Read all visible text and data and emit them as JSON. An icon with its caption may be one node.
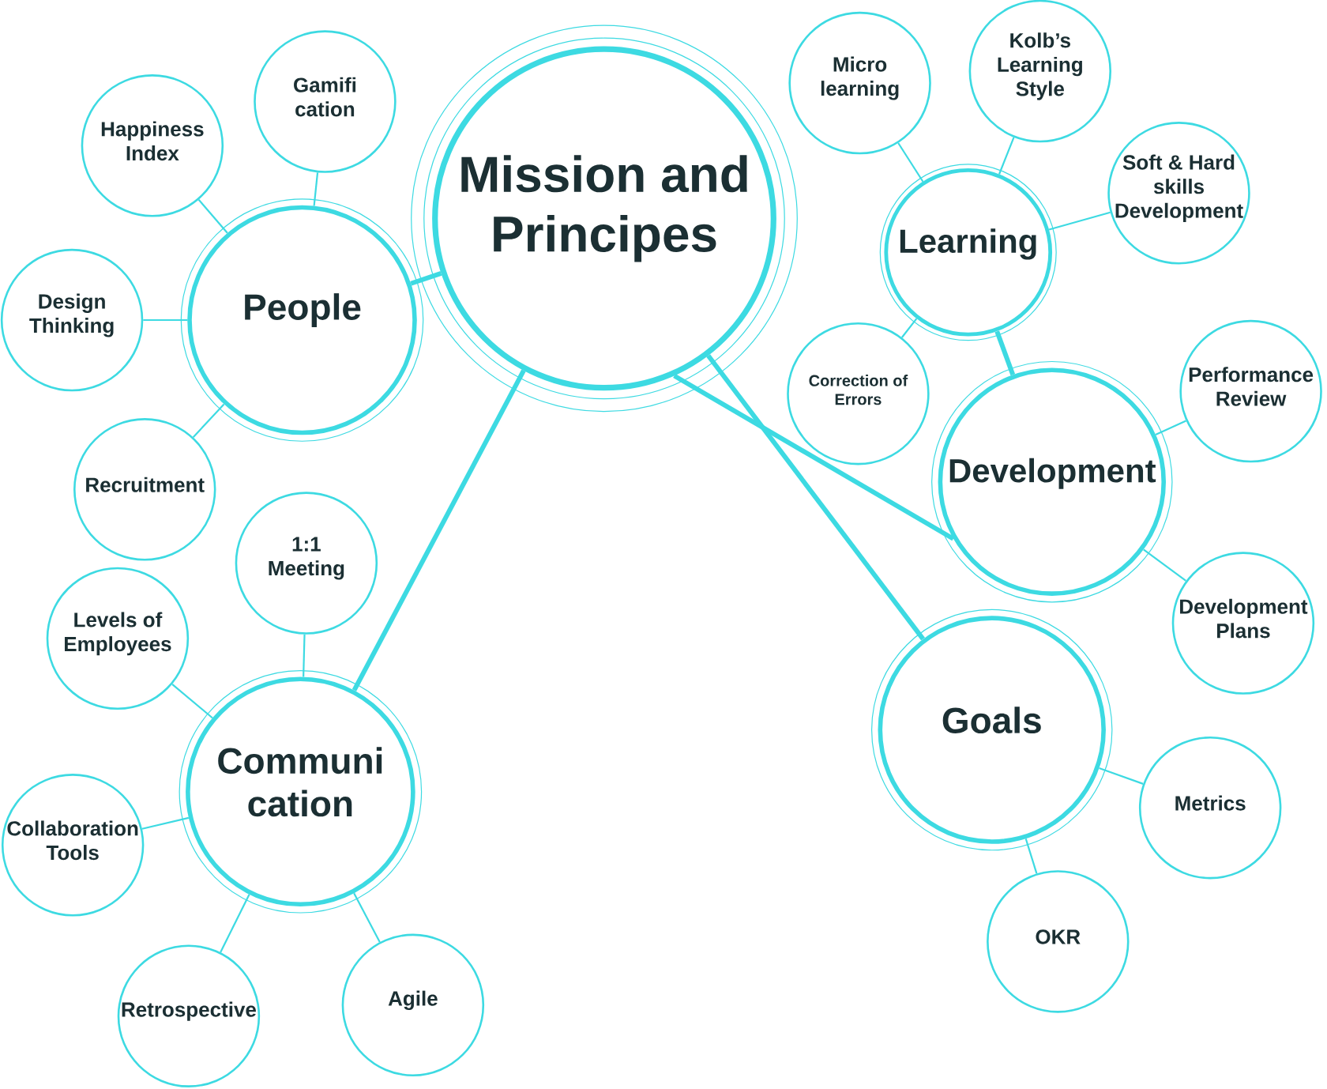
{
  "diagram": {
    "nodes": [
      {
        "text": [
          "Mission and Principes"
        ]
      },
      {
        "text": [
          "People"
        ]
      },
      {
        "text": [
          "Happiness Index"
        ]
      },
      {
        "text": [
          "Gamifi cation"
        ]
      },
      {
        "text": [
          "Design Thinking"
        ]
      },
      {
        "text": [
          "Recruitment"
        ]
      },
      {
        "text": [
          "Communi cation"
        ]
      },
      {
        "text": [
          "1:1 Meeting"
        ]
      },
      {
        "text": [
          "Levels of Employees"
        ]
      },
      {
        "text": [
          "Collaboration Tools"
        ]
      },
      {
        "text": [
          "Retrospective"
        ]
      },
      {
        "text": [
          "Agile"
        ]
      },
      {
        "text": [
          "Learning"
        ]
      },
      {
        "text": [
          "Micro learning"
        ]
      },
      {
        "text": [
          "Kolb’s Learning Style"
        ]
      },
      {
        "text": [
          "Soft & Hard skills Development"
        ]
      },
      {
        "text": [
          "Correction of Errors"
        ]
      },
      {
        "text": [
          "Development"
        ]
      },
      {
        "text": [
          "Performance Review"
        ]
      },
      {
        "text": [
          "Development Plans"
        ]
      },
      {
        "text": [
          "Goals"
        ]
      },
      {
        "text": [
          "Metrics"
        ]
      },
      {
        "text": [
          "OKR"
        ]
      }
    ],
    "edges": [
      {
        "from": 0,
        "to": 1,
        "arrow": "none",
        "style": "thick"
      },
      {
        "from": 0,
        "to": 6,
        "arrow": "none",
        "style": "thick"
      },
      {
        "from": 0,
        "to": 17,
        "arrow": "none",
        "style": "thick"
      },
      {
        "from": 0,
        "to": 20,
        "arrow": "none",
        "style": "thick"
      },
      {
        "from": 1,
        "to": 2,
        "arrow": "none"
      },
      {
        "from": 1,
        "to": 3,
        "arrow": "none"
      },
      {
        "from": 1,
        "to": 4,
        "arrow": "none"
      },
      {
        "from": 1,
        "to": 5,
        "arrow": "none"
      },
      {
        "from": 6,
        "to": 7,
        "arrow": "none"
      },
      {
        "from": 6,
        "to": 8,
        "arrow": "none"
      },
      {
        "from": 6,
        "to": 9,
        "arrow": "none"
      },
      {
        "from": 6,
        "to": 10,
        "arrow": "none"
      },
      {
        "from": 6,
        "to": 11,
        "arrow": "none"
      },
      {
        "from": 12,
        "to": 13,
        "arrow": "none"
      },
      {
        "from": 12,
        "to": 14,
        "arrow": "none"
      },
      {
        "from": 12,
        "to": 15,
        "arrow": "none"
      },
      {
        "from": 12,
        "to": 16,
        "arrow": "none"
      },
      {
        "from": 12,
        "to": 17,
        "arrow": "none",
        "style": "thick"
      },
      {
        "from": 17,
        "to": 18,
        "arrow": "none"
      },
      {
        "from": 17,
        "to": 19,
        "arrow": "none"
      },
      {
        "from": 20,
        "to": 21,
        "arrow": "none"
      },
      {
        "from": 20,
        "to": 22,
        "arrow": "none"
      }
    ]
  }
}
